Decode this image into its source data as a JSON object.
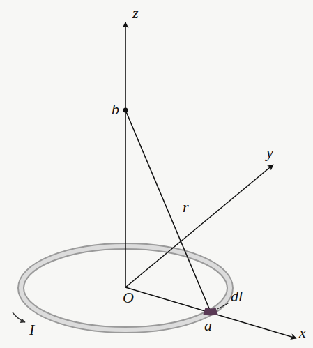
{
  "diagram": {
    "labels": [
      "z",
      "b",
      "y",
      "r",
      "O",
      "dl",
      "a",
      "I",
      "x"
    ]
  }
}
